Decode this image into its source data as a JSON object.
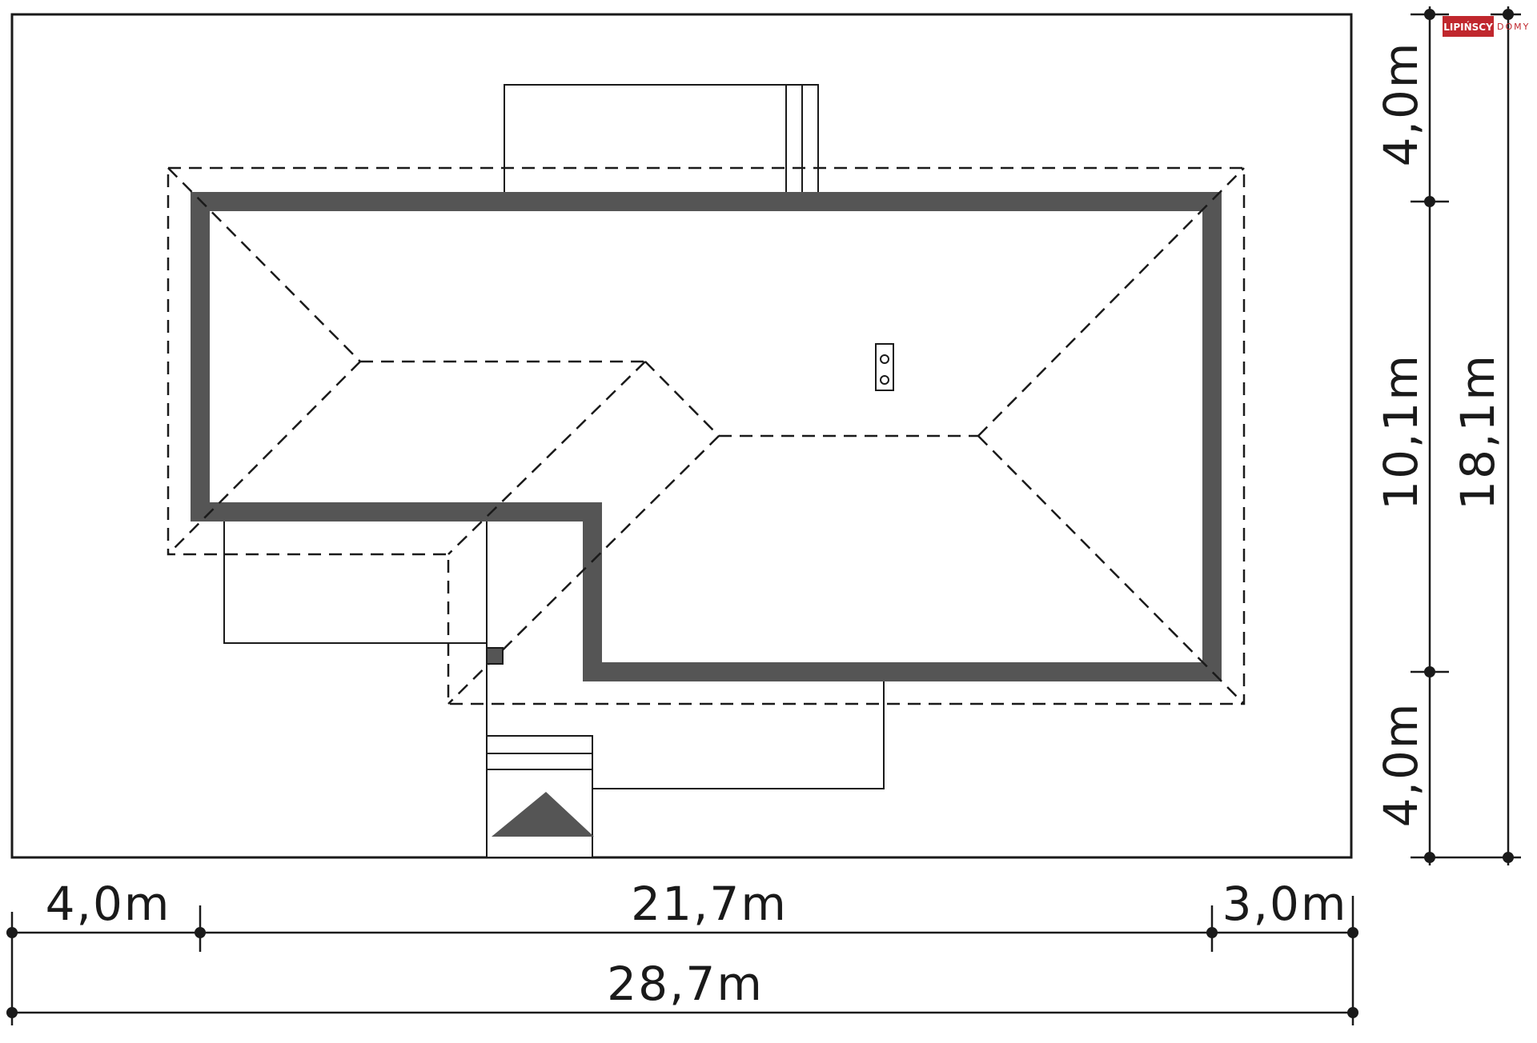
{
  "logo": {
    "brand": "LIPIŃSCY",
    "sub": "DOMY",
    "brand_color": "#c0272d"
  },
  "dimensions": {
    "bottom_left": "4,0m",
    "bottom_middle": "21,7m",
    "bottom_right": "3,0m",
    "bottom_total": "28,7m",
    "right_top": "4,0m",
    "right_middle": "10,1m",
    "right_bottom": "4,0m",
    "right_total": "18,1m"
  },
  "colors": {
    "wall": "#555555",
    "line": "#1a1a1a"
  }
}
